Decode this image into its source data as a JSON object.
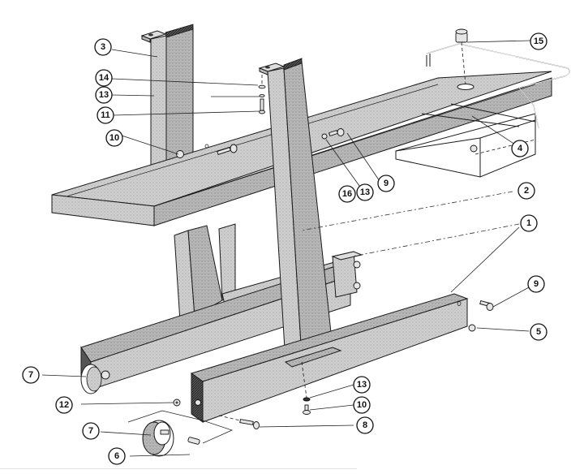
{
  "diagram": {
    "title": "Exploded assembly view of mobile workbench stand",
    "type": "exploded-parts-diagram",
    "callouts": [
      {
        "id": "c3",
        "label": "3",
        "part": "rear upright post"
      },
      {
        "id": "c14",
        "label": "14",
        "part": "washer"
      },
      {
        "id": "c13a",
        "label": "13",
        "part": "lock washer"
      },
      {
        "id": "c11",
        "label": "11",
        "part": "bolt"
      },
      {
        "id": "c10a",
        "label": "10",
        "part": "nut"
      },
      {
        "id": "c15",
        "label": "15",
        "part": "handle bar with knob"
      },
      {
        "id": "c4",
        "label": "4",
        "part": "tray / drawer"
      },
      {
        "id": "c9a",
        "label": "9",
        "part": "bolt"
      },
      {
        "id": "c16",
        "label": "16",
        "part": "washer"
      },
      {
        "id": "c13b",
        "label": "13",
        "part": "lock washer"
      },
      {
        "id": "c2",
        "label": "2",
        "part": "front upright post"
      },
      {
        "id": "c1",
        "label": "1",
        "part": "base foot rail"
      },
      {
        "id": "c9b",
        "label": "9",
        "part": "bolt"
      },
      {
        "id": "c5",
        "label": "5",
        "part": "foot glide"
      },
      {
        "id": "c7a",
        "label": "7",
        "part": "caster wheel"
      },
      {
        "id": "c12",
        "label": "12",
        "part": "nut"
      },
      {
        "id": "c7b",
        "label": "7",
        "part": "caster wheel"
      },
      {
        "id": "c6",
        "label": "6",
        "part": "axle pin"
      },
      {
        "id": "c13c",
        "label": "13",
        "part": "lock washer"
      },
      {
        "id": "c10b",
        "label": "10",
        "part": "nut"
      },
      {
        "id": "c8",
        "label": "8",
        "part": "axle bolt"
      }
    ]
  }
}
